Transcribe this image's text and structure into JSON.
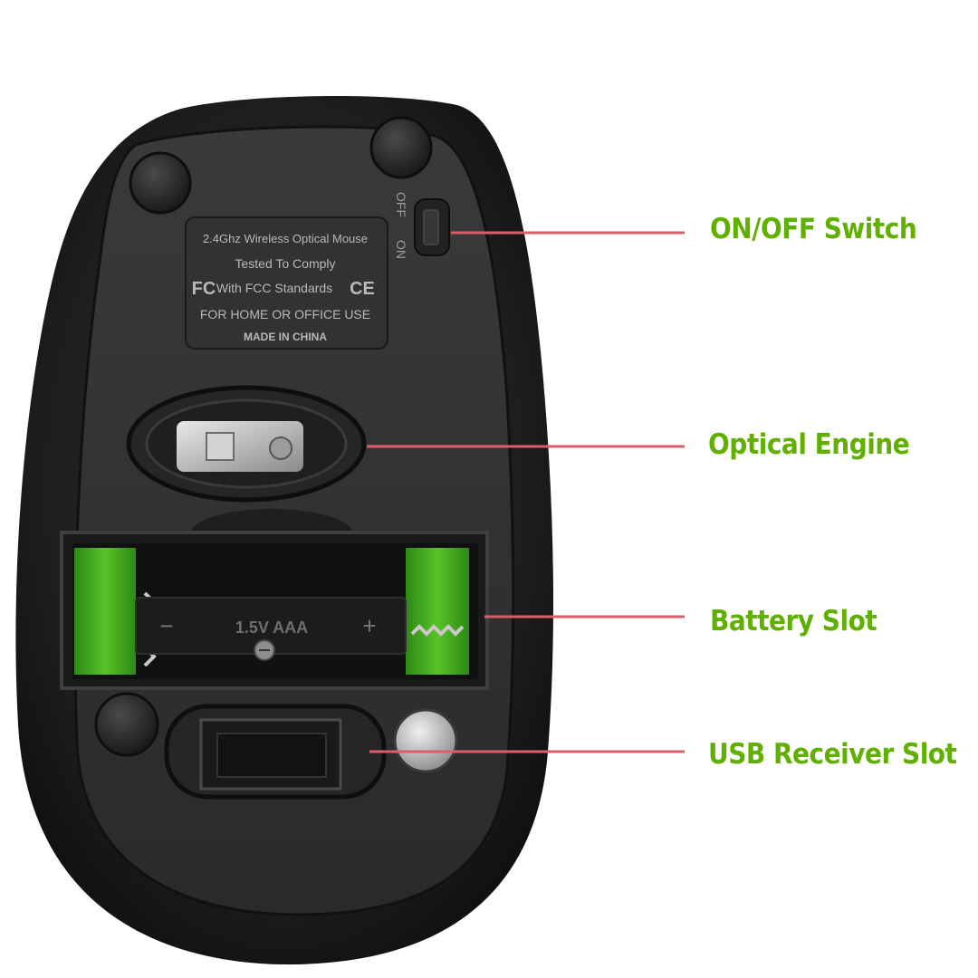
{
  "colors": {
    "label_green": "#5fb000",
    "leader_line": "#d9606a",
    "body": "#1b1b1b",
    "battery_green": "#3fb020"
  },
  "sticker": {
    "line1": "2.4Ghz Wireless Optical Mouse",
    "line2": "Tested To Comply",
    "fcc_mark": "FC",
    "line3": "With FCC Standards",
    "ce_mark": "CE",
    "line4": "FOR HOME OR OFFICE USE",
    "line5": "MADE IN CHINA"
  },
  "switch": {
    "off_label": "OFF",
    "on_label": "ON"
  },
  "battery": {
    "marking": "1.5V AAA",
    "minus": "−",
    "plus": "+"
  },
  "callouts": {
    "on_off": "ON/OFF Switch",
    "optical": "Optical Engine",
    "battery": "Battery Slot",
    "usb": "USB Receiver Slot"
  }
}
